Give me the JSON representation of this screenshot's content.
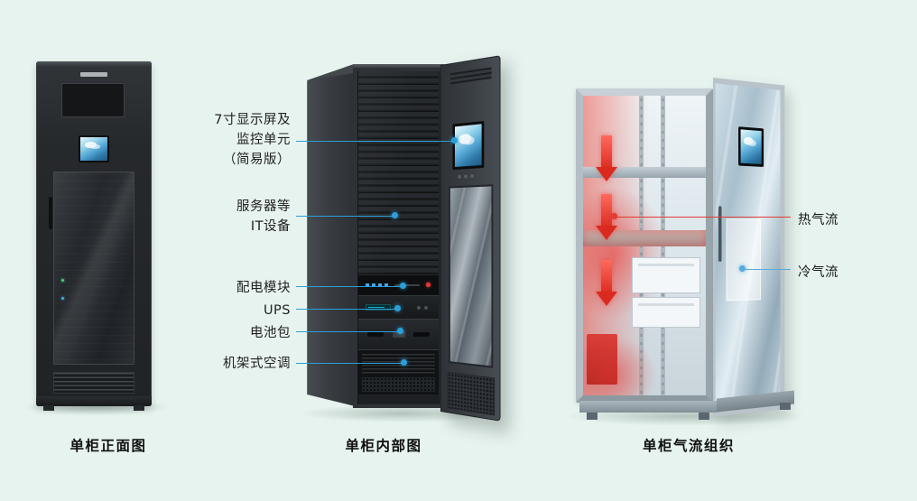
{
  "canvas": {
    "background": "#e7f3ee"
  },
  "captions": {
    "front": "单柜正面图",
    "internal": "单柜内部图",
    "airflow": "单柜气流组织"
  },
  "callouts": {
    "display": {
      "line1": "7寸显示屏及",
      "line2": "监控单元",
      "line3": "（简易版）"
    },
    "servers": {
      "line1": "服务器等",
      "line2": "IT设备"
    },
    "pdu": "配电模块",
    "ups": "UPS",
    "battery": "电池包",
    "ac": "机架式空调"
  },
  "airflow_labels": {
    "hot": "热气流",
    "cold": "冷气流"
  },
  "colors": {
    "background": "#e7f3ee",
    "callout_blue": "#2b9fd8",
    "hot_red": "#e23c36",
    "cold_blue": "#57aadd"
  }
}
